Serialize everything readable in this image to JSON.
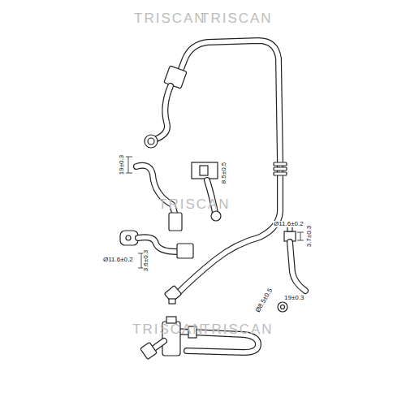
{
  "diagram": {
    "labels": [
      "TRISCAN",
      "TRISCAN",
      "TRISCAN",
      "TRISCAN",
      "TRISCAN",
      "19±0.3",
      "8.5±0.5",
      "Ø11.6±0.2",
      "3.6±0.3",
      "Ø11.6±0.2",
      "3.7±0.3",
      "19±0.3",
      "Ø8.5±0.5"
    ]
  }
}
